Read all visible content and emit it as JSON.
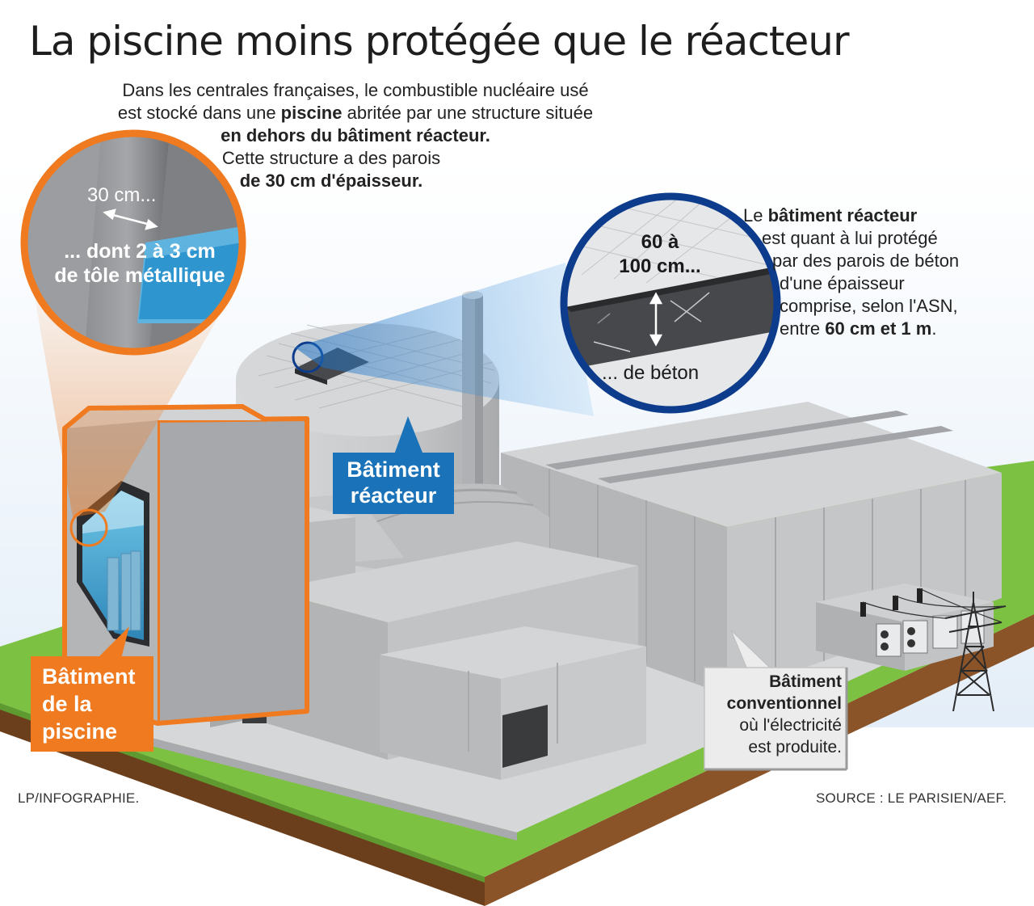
{
  "title": "La piscine moins protégée que le réacteur",
  "intro": {
    "l1": "Dans les centrales françaises, le combustible nucléaire usé",
    "l2a": "est stocké dans une ",
    "l2b": "piscine",
    "l2c": " abritée par une structure située",
    "l3": "en dehors du bâtiment réacteur.",
    "l4": "Cette structure a des parois",
    "l5": "de 30 cm d'épaisseur."
  },
  "reactor_text": {
    "l1a": "Le ",
    "l1b": "bâtiment réacteur",
    "l2": "est quant à lui protégé",
    "l3": "par des parois de béton",
    "l4": "d'une épaisseur",
    "l5": "comprise, selon l'ASN,",
    "l6a": "entre ",
    "l6b": "60 cm et 1 m",
    "l6c": "."
  },
  "pool_zoom": {
    "thickness": "30 cm...",
    "metal_l1": "... dont 2 à 3 cm",
    "metal_l2": "de tôle métallique"
  },
  "reactor_zoom": {
    "thickness_l1": "60 à",
    "thickness_l2": "100 cm...",
    "material": "... de béton"
  },
  "labels": {
    "reactor_l1": "Bâtiment",
    "reactor_l2": "réacteur",
    "pool_l1": "Bâtiment",
    "pool_l2": "de la",
    "pool_l3": "piscine",
    "conv_l1": "Bâtiment",
    "conv_l2": "conventionnel",
    "conv_l3": "où l'électricité",
    "conv_l4": "est produite."
  },
  "footer": {
    "credit": "LP/INFOGRAPHIE.",
    "source": "SOURCE : LE PARISIEN/AEF."
  },
  "colors": {
    "orange": "#ef7a1f",
    "blue": "#1a72b8",
    "navy": "#0d3c8c",
    "grass": "#7cc142",
    "soil": "#7a4a22",
    "concrete": "#b9babc"
  }
}
